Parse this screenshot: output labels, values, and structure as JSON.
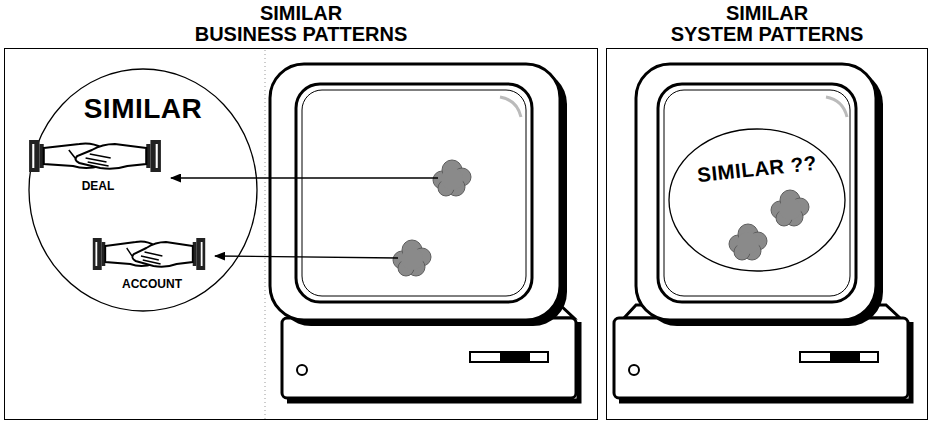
{
  "diagram": {
    "nodes": [
      {
        "text": [
          "SIMILAR BUSINESS PATTERNS"
        ]
      },
      {
        "text": [
          "SIMILAR"
        ],
        "in": 0
      },
      {
        "text": [
          "DEAL"
        ],
        "in": 1
      },
      {
        "text": [
          "ACCOUNT"
        ],
        "in": 1
      },
      {
        "text": [
          "SIMILAR SYSTEM PATTERNS"
        ]
      },
      {
        "text": [
          "SIMILAR ??"
        ],
        "in": 4
      }
    ]
  }
}
